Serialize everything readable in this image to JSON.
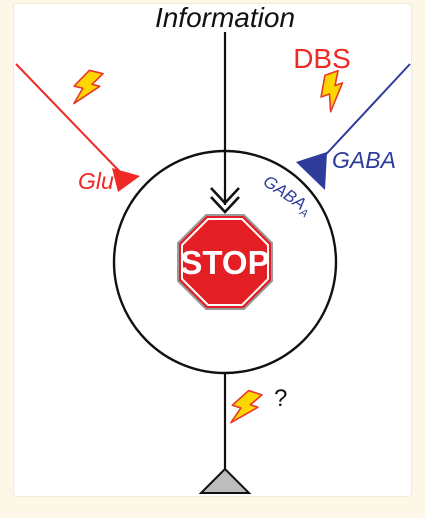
{
  "labels": {
    "information": "Information",
    "dbs": "DBS",
    "glu": "Glu",
    "gaba": "GABA",
    "gaba_a_main": "GABA",
    "gaba_a_sub": "A",
    "stop": "STOP",
    "question": "?"
  },
  "colors": {
    "background": "#fdf7e7",
    "panel": "#ffffff",
    "excitatory": "#ee2a24",
    "inhibitory": "#2f3c9c",
    "stop_sign": "#e31e24",
    "bolt_fill": "#ffd700",
    "axon_terminal": "#bdbdbd",
    "line": "#111111"
  },
  "icons": [
    "lightning-bolt-icon",
    "stop-sign-icon",
    "double-chevron-arrow-icon"
  ]
}
